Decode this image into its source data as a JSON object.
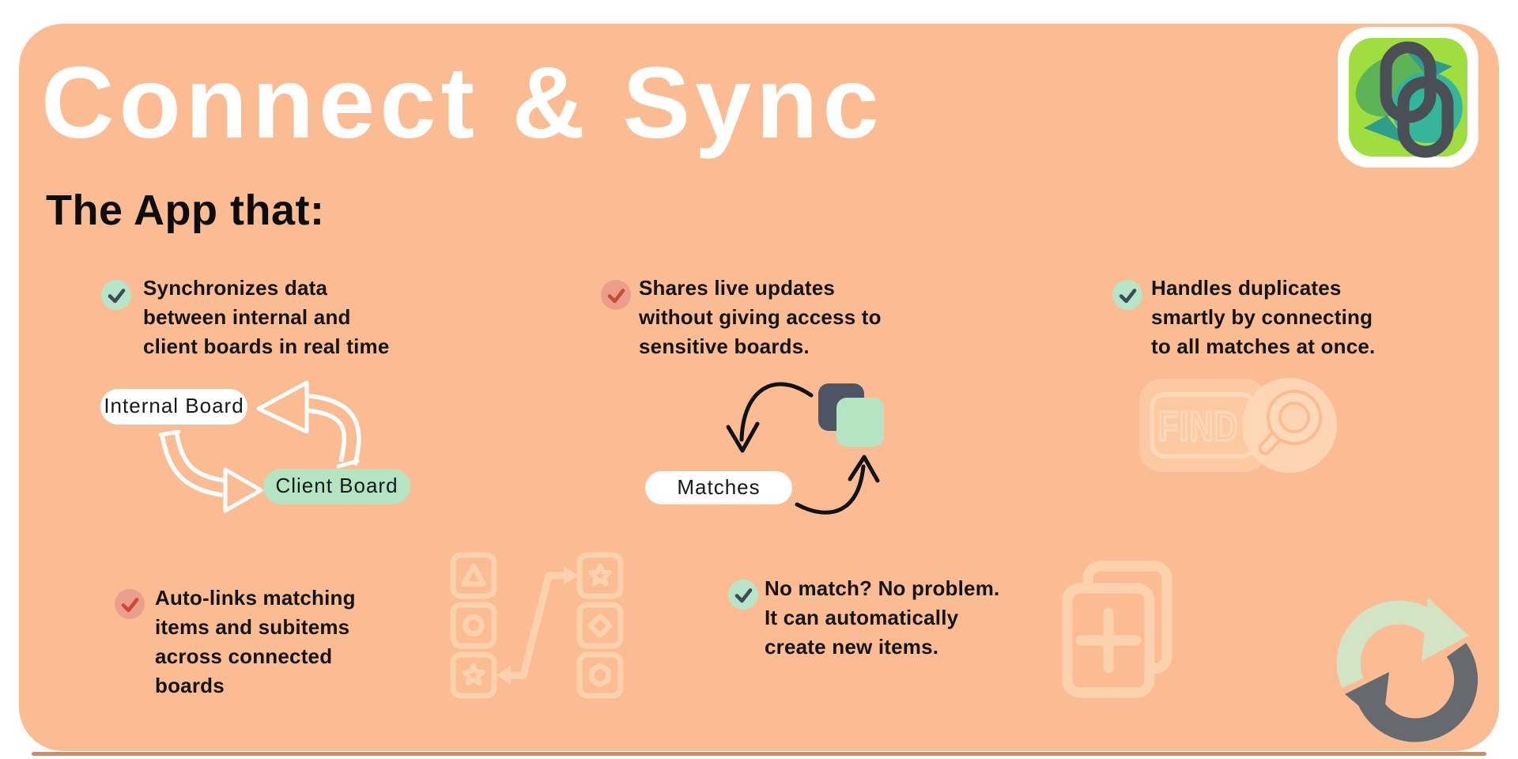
{
  "page": {
    "background": "#ffffff",
    "card_color": "#fbbc93",
    "bottom_shadow_color": "#d28c63",
    "ghost_icon_color": "#fcd2ae"
  },
  "header": {
    "title": "Connect & Sync",
    "subtitle": "The App that:"
  },
  "logo": {
    "name": "connect-sync-app-logo",
    "tile_color": "#a0dd3f",
    "chain_color": "#4a4f55",
    "accent_teal": "#2fb3a0",
    "accent_green": "#5ab157"
  },
  "checks": {
    "green_bg": "#b7e5c7",
    "green_mark": "#3f4a57",
    "red_bg": "#eb9e8c",
    "red_mark": "#ce4837"
  },
  "features": [
    {
      "check": "green",
      "lines": [
        "Synchronizes data",
        "between internal and",
        "client boards in real time"
      ]
    },
    {
      "check": "red",
      "lines": [
        "Shares live updates",
        "without giving access to",
        "sensitive boards."
      ]
    },
    {
      "check": "green",
      "lines": [
        "Handles duplicates",
        "smartly by connecting",
        "to all matches at once."
      ]
    },
    {
      "check": "red",
      "lines": [
        "Auto-links matching",
        "items and subitems",
        "across connected",
        "boards"
      ]
    },
    {
      "check": "green",
      "lines": [
        "No match? No problem.",
        "It can automatically",
        "create new items."
      ]
    }
  ],
  "boards_cycle": {
    "internal_label": "Internal Board",
    "client_label": "Client Board",
    "internal_pill_color": "#ffffff",
    "client_pill_color": "#b5e4c2",
    "arrow_color": "#ffffff"
  },
  "matches_diagram": {
    "label": "Matches",
    "pill_color": "#ffffff",
    "dark_square_color": "#4d5565",
    "green_square_color": "#b5e4c2",
    "arrow_color": "#111111"
  },
  "find_icon": {
    "label": "FIND"
  },
  "sync_icon": {
    "green_arrow": "#d2e4c4",
    "gray_arrow": "#66696e"
  }
}
